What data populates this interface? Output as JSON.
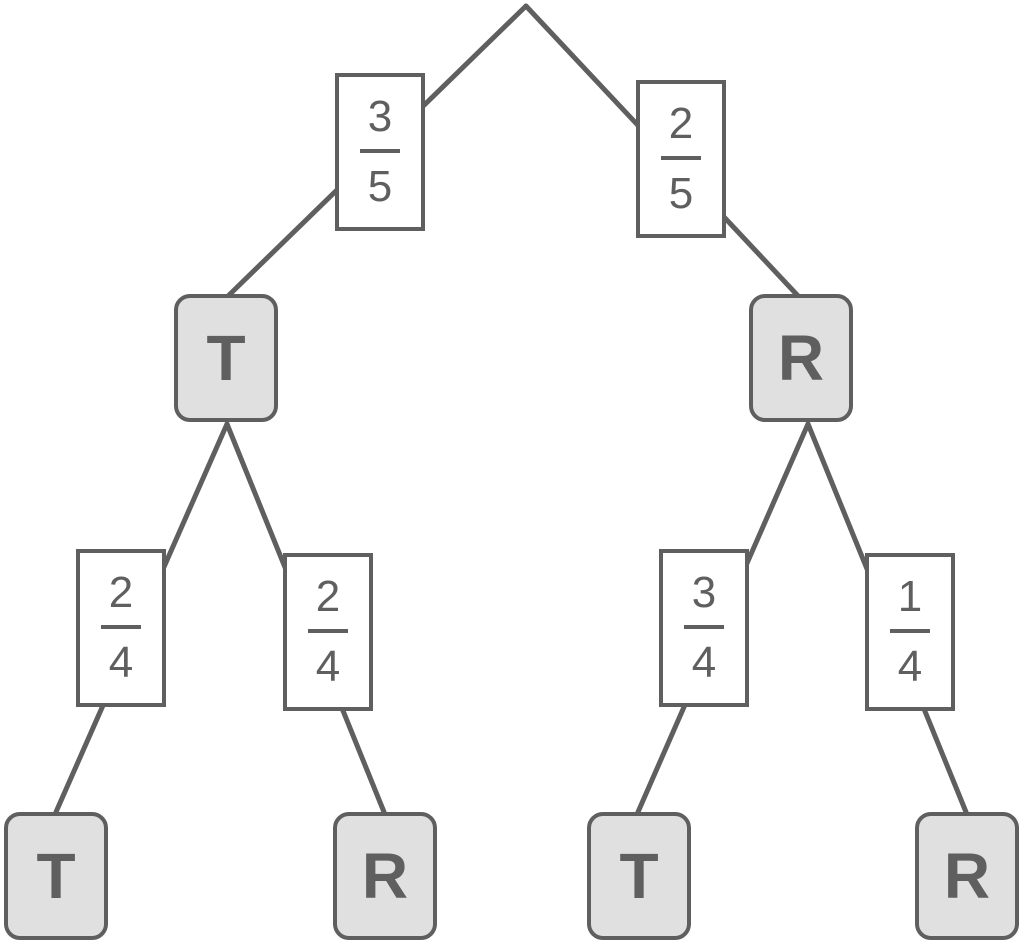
{
  "colors": {
    "line": "#5f5f5f",
    "node_fill": "#e0e0e0",
    "box_fill": "#ffffff"
  },
  "tree": {
    "level1": {
      "left": {
        "num": "3",
        "den": "5",
        "outcome": "T"
      },
      "right": {
        "num": "2",
        "den": "5",
        "outcome": "R"
      }
    },
    "level2": {
      "t_left": {
        "num": "2",
        "den": "4",
        "outcome": "T"
      },
      "t_right": {
        "num": "2",
        "den": "4",
        "outcome": "R"
      },
      "r_left": {
        "num": "3",
        "den": "4",
        "outcome": "T"
      },
      "r_right": {
        "num": "1",
        "den": "4",
        "outcome": "R"
      }
    }
  }
}
